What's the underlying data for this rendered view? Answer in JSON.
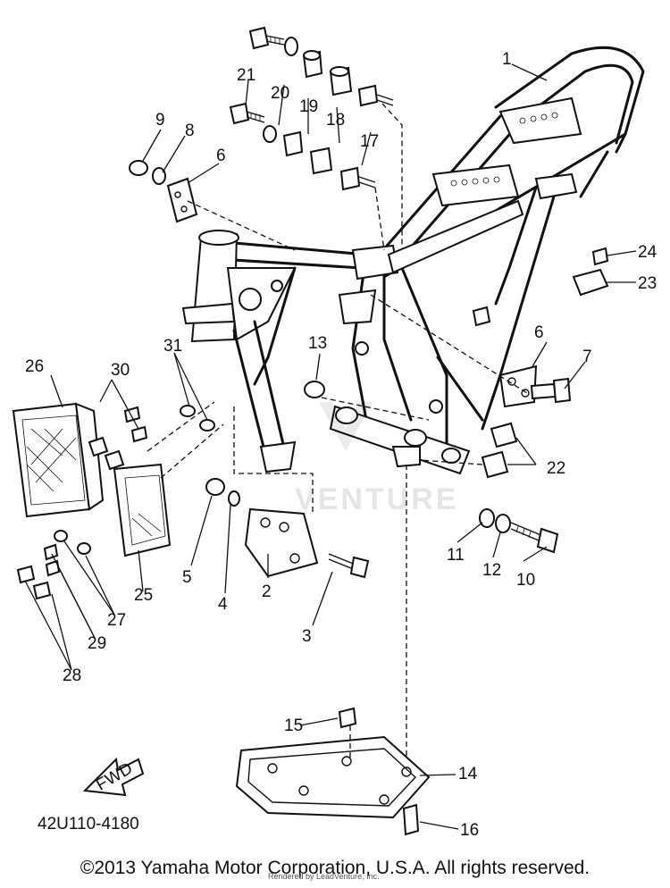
{
  "diagram": {
    "drawing_number": "42U110-4180",
    "direction_label": "FWD",
    "callouts": [
      {
        "id": "1",
        "text": "1"
      },
      {
        "id": "2",
        "text": "2"
      },
      {
        "id": "3",
        "text": "3"
      },
      {
        "id": "4",
        "text": "4"
      },
      {
        "id": "5",
        "text": "5"
      },
      {
        "id": "6a",
        "text": "6"
      },
      {
        "id": "6b",
        "text": "6"
      },
      {
        "id": "7",
        "text": "7"
      },
      {
        "id": "8",
        "text": "8"
      },
      {
        "id": "9",
        "text": "9"
      },
      {
        "id": "10",
        "text": "10"
      },
      {
        "id": "11",
        "text": "11"
      },
      {
        "id": "12",
        "text": "12"
      },
      {
        "id": "13",
        "text": "13"
      },
      {
        "id": "14",
        "text": "14"
      },
      {
        "id": "15",
        "text": "15"
      },
      {
        "id": "16",
        "text": "16"
      },
      {
        "id": "17",
        "text": "17"
      },
      {
        "id": "18",
        "text": "18"
      },
      {
        "id": "19",
        "text": "19"
      },
      {
        "id": "20",
        "text": "20"
      },
      {
        "id": "21",
        "text": "21"
      },
      {
        "id": "22",
        "text": "22"
      },
      {
        "id": "23",
        "text": "23"
      },
      {
        "id": "24",
        "text": "24"
      },
      {
        "id": "25",
        "text": "25"
      },
      {
        "id": "26",
        "text": "26"
      },
      {
        "id": "27",
        "text": "27"
      },
      {
        "id": "28",
        "text": "28"
      },
      {
        "id": "29",
        "text": "29"
      },
      {
        "id": "30",
        "text": "30"
      },
      {
        "id": "31",
        "text": "31"
      }
    ]
  },
  "watermark": {
    "text": "VENTURE"
  },
  "footer": {
    "copyright": "©2013 Yamaha Motor Corporation, U.S.A. All rights reserved.",
    "subnote": "Rendered by LeadVenture, Inc."
  }
}
